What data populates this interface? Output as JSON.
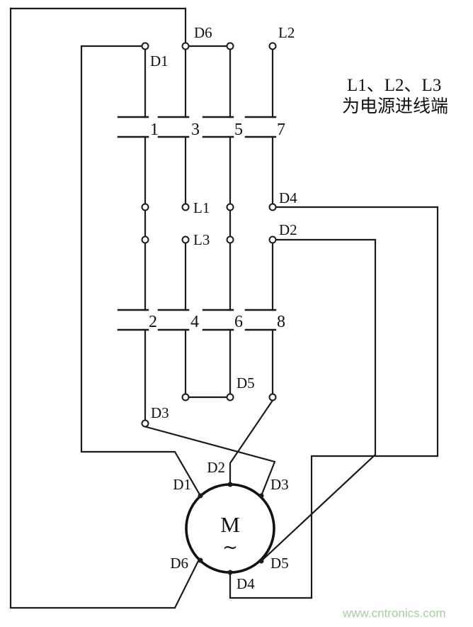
{
  "diagram": {
    "side_note": {
      "line1": "L1、L2、L3",
      "line2": "为电源进线端"
    },
    "watermark": {
      "text": "www.cntronics.com",
      "color": "#a5d09e"
    },
    "switch": {
      "top_bank_numbers": [
        "1",
        "3",
        "5",
        "7"
      ],
      "bottom_bank_numbers": [
        "2",
        "4",
        "6",
        "8"
      ],
      "terminals": {
        "d1": "D1",
        "d6": "D6",
        "l2": "L2",
        "l1": "L1",
        "d4": "D4",
        "l3": "L3",
        "d2": "D2",
        "d5": "D5",
        "d3": "D3"
      }
    },
    "motor": {
      "letter": "M",
      "wave": "~",
      "terminals": {
        "d1": "D1",
        "d2": "D2",
        "d3": "D3",
        "d4": "D4",
        "d5": "D5",
        "d6": "D6"
      }
    }
  }
}
